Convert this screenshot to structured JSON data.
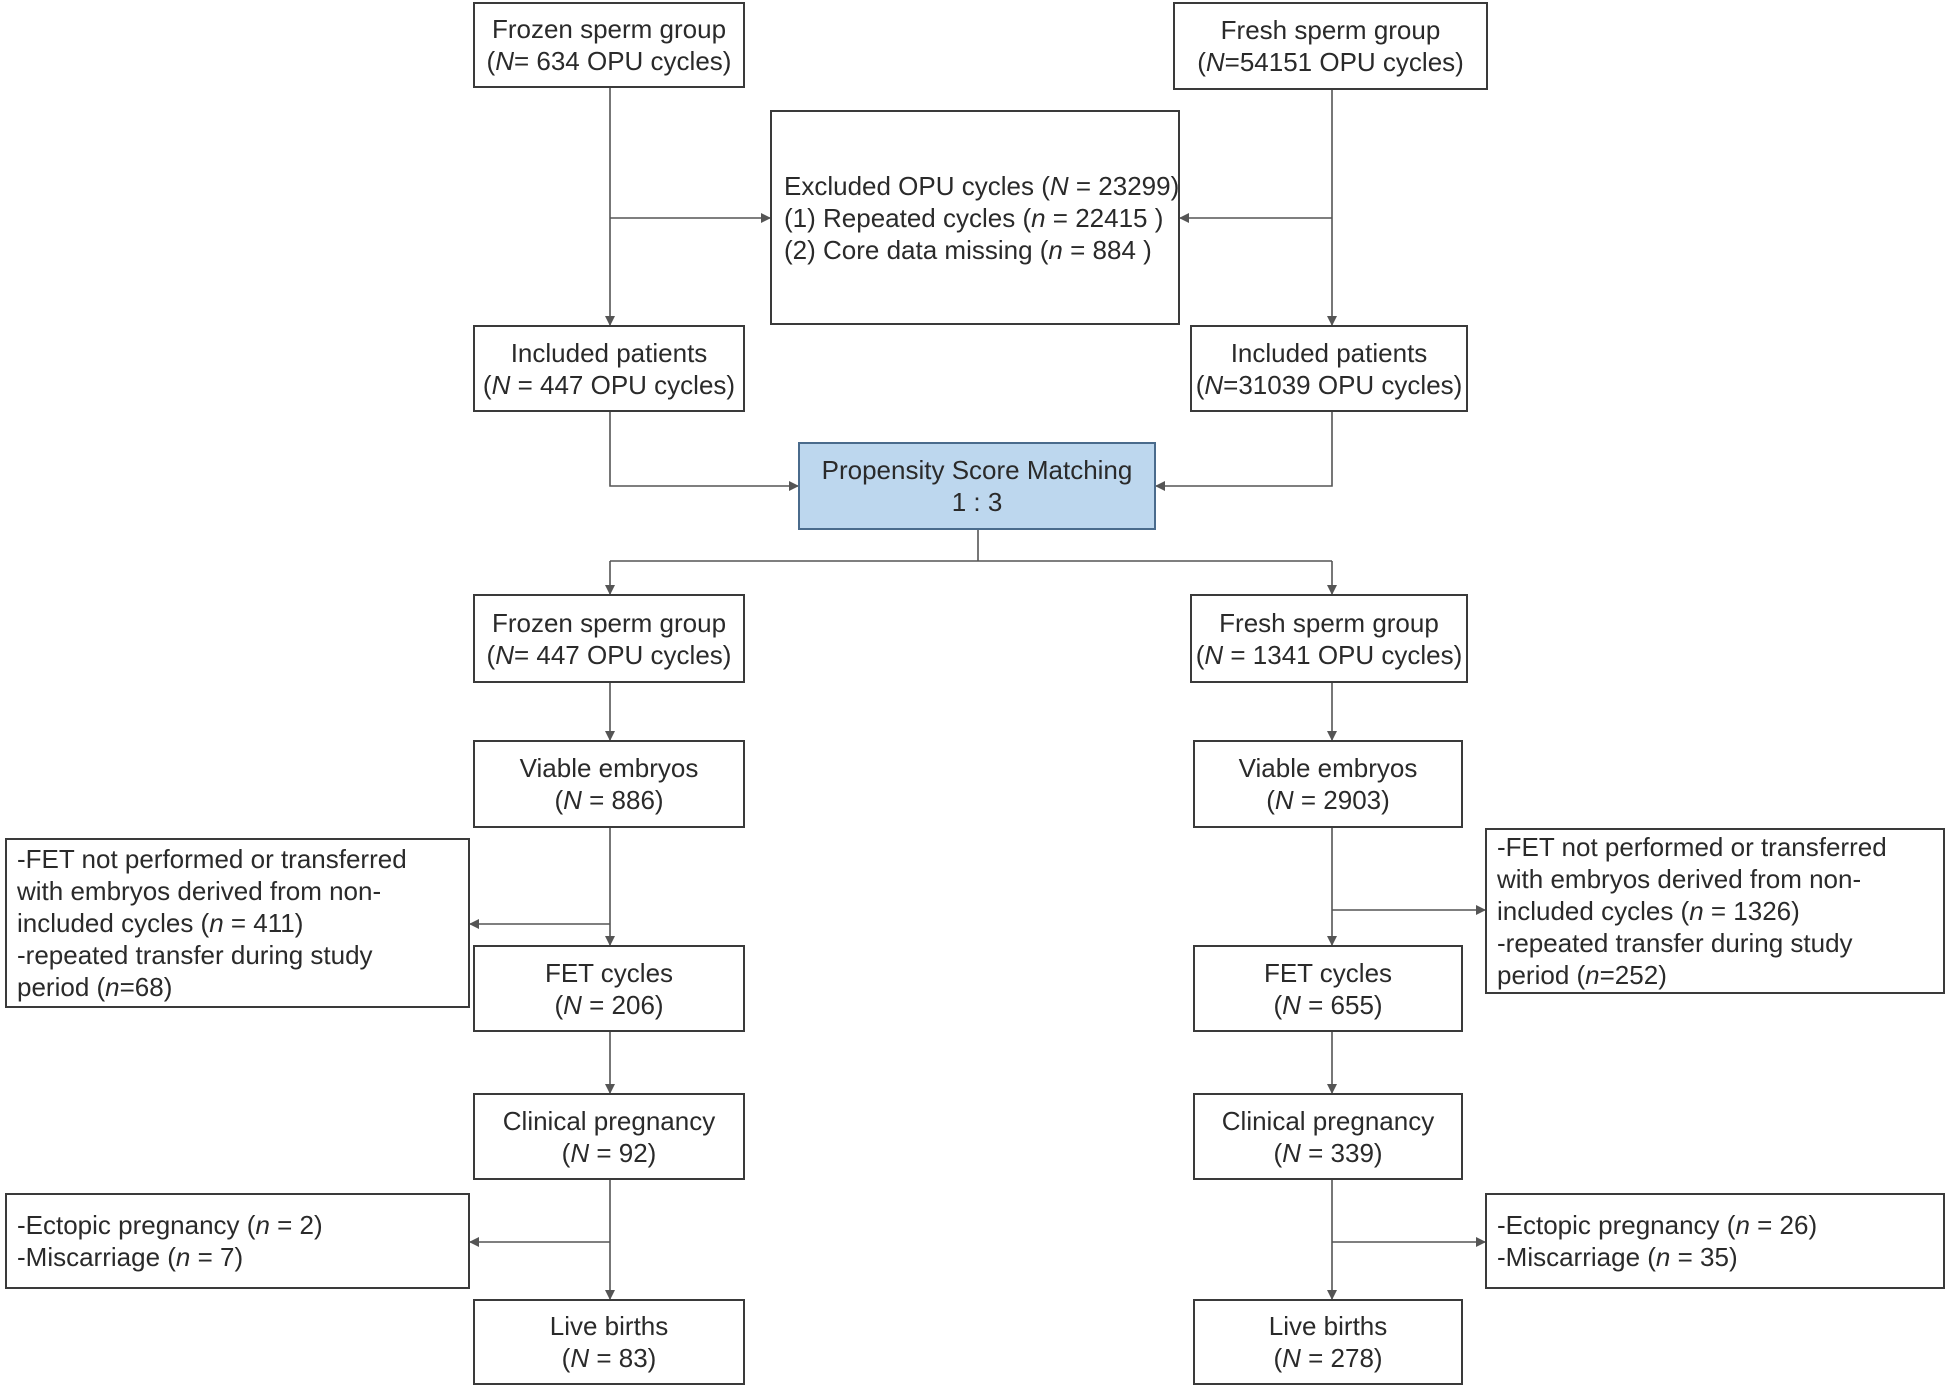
{
  "frozen_top": {
    "title": "Frozen sperm group",
    "pre": "(",
    "var": "N",
    "post": "= 634 OPU cycles)"
  },
  "fresh_top": {
    "title": "Fresh sperm group",
    "pre": "(",
    "var": "N",
    "post": "=54151 OPU cycles)"
  },
  "excluded": {
    "l1_pre": "Excluded OPU cycles (",
    "l1_var": "N",
    "l1_post": " = 23299)",
    "l2_pre": "(1)  Repeated cycles (",
    "l2_var": "n",
    "l2_post": " = 22415 )",
    "l3_pre": "(2)  Core data missing (",
    "l3_var": "n",
    "l3_post": " = 884 )"
  },
  "frozen_included": {
    "title": "Included patients",
    "pre": "(",
    "var": "N",
    "post": " = 447 OPU cycles)"
  },
  "fresh_included": {
    "title": "Included patients",
    "pre": "(",
    "var": "N",
    "post": "=31039 OPU cycles)"
  },
  "psm": {
    "title": "Propensity Score Matching",
    "ratio": "1 : 3"
  },
  "frozen_matched": {
    "title": "Frozen sperm group",
    "pre": "(",
    "var": "N",
    "post": "= 447 OPU cycles)"
  },
  "fresh_matched": {
    "title": "Fresh sperm group",
    "pre": "(",
    "var": "N",
    "post": " = 1341 OPU cycles)"
  },
  "frozen_viable": {
    "title": "Viable embryos",
    "pre": "(",
    "var": "N",
    "post": " = 886)"
  },
  "fresh_viable": {
    "title": "Viable embryos",
    "pre": "(",
    "var": "N",
    "post": " = 2903)"
  },
  "frozen_fet_excl": {
    "l1": "-FET not performed or transferred",
    "l2": "with embryos derived from non-",
    "l3_pre": "included cycles (",
    "l3_var": "n",
    "l3_post": " = 411)",
    "l4": "-repeated transfer during study",
    "l5_pre": "period (",
    "l5_var": "n",
    "l5_post": "=68)"
  },
  "fresh_fet_excl": {
    "l1": "-FET not performed or transferred",
    "l2": "with embryos derived from non-",
    "l3_pre": "included cycles (",
    "l3_var": "n",
    "l3_post": " = 1326)",
    "l4": "-repeated transfer during study",
    "l5_pre": "period (",
    "l5_var": "n",
    "l5_post": "=252)"
  },
  "frozen_fet": {
    "title": "FET cycles",
    "pre": "(",
    "var": "N",
    "post": " = 206)"
  },
  "fresh_fet": {
    "title": "FET cycles",
    "pre": "(",
    "var": "N",
    "post": " = 655)"
  },
  "frozen_clinical": {
    "title": "Clinical pregnancy",
    "pre": "(",
    "var": "N",
    "post": " = 92)"
  },
  "fresh_clinical": {
    "title": "Clinical pregnancy",
    "pre": "(",
    "var": "N",
    "post": " = 339)"
  },
  "frozen_preg_excl": {
    "l1_pre": "-Ectopic pregnancy (",
    "l1_var": "n",
    "l1_post": " = 2)",
    "l2_pre": "-Miscarriage (",
    "l2_var": "n",
    "l2_post": " = 7)"
  },
  "fresh_preg_excl": {
    "l1_pre": "-Ectopic pregnancy (",
    "l1_var": "n",
    "l1_post": " = 26)",
    "l2_pre": "-Miscarriage (",
    "l2_var": "n",
    "l2_post": " = 35)"
  },
  "frozen_live": {
    "title": "Live births",
    "pre": "(",
    "var": "N",
    "post": " = 83)"
  },
  "fresh_live": {
    "title": "Live births",
    "pre": "(",
    "var": "N",
    "post": " = 278)"
  },
  "colors": {
    "line": "#555555",
    "border": "#3a3a3a",
    "psm_fill": "#bdd7ee"
  }
}
